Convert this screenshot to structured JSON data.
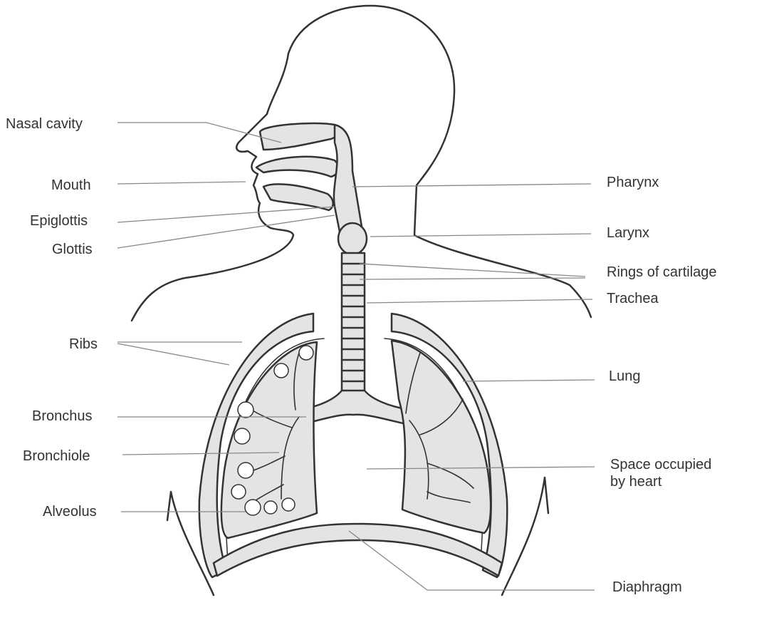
{
  "labels": {
    "nasal_cavity": "Nasal cavity",
    "mouth": "Mouth",
    "epiglottis": "Epiglottis",
    "glottis": "Glottis",
    "ribs": "Ribs",
    "bronchus": "Bronchus",
    "bronchiole": "Bronchiole",
    "alveolus": "Alveolus",
    "pharynx": "Pharynx",
    "larynx": "Larynx",
    "rings_of_cartilage": "Rings of cartilage",
    "trachea": "Trachea",
    "lung": "Lung",
    "space_heart_1": "Space occupied",
    "space_heart_2": "by heart",
    "diaphragm": "Diaphragm"
  },
  "colors": {
    "outline": "#333333",
    "tissue_fill": "#e4e4e4",
    "leader_line": "#888888"
  }
}
